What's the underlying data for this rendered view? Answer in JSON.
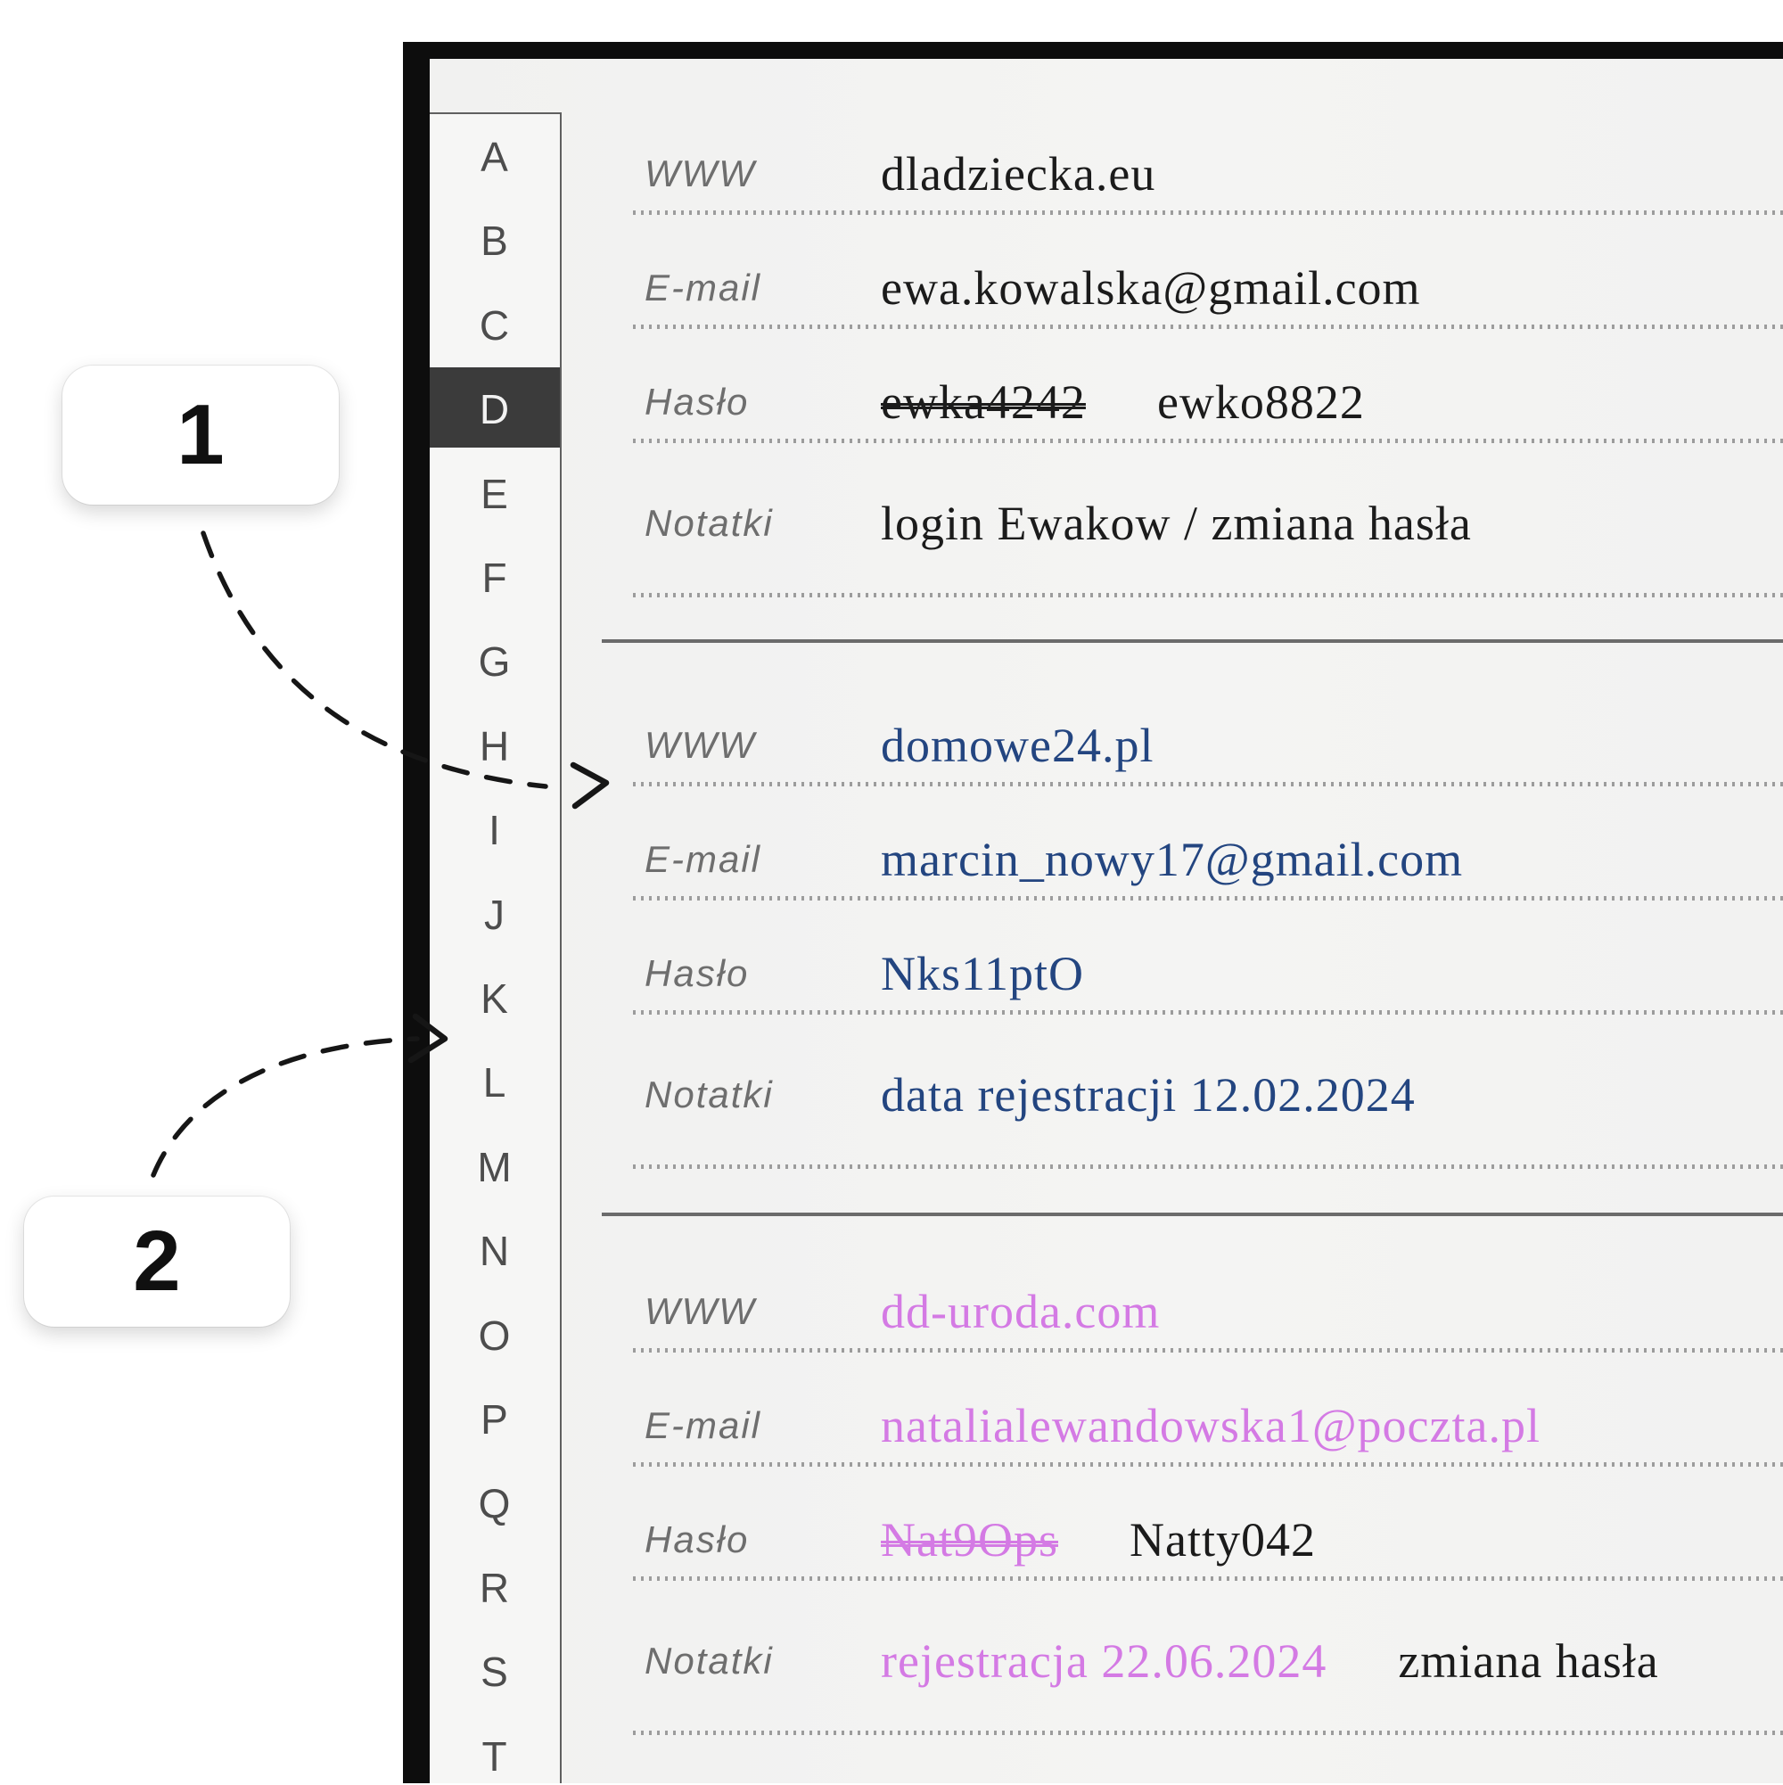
{
  "page": {
    "title": "password-organizer-page"
  },
  "tabs": {
    "letters": [
      "A",
      "B",
      "C",
      "D",
      "E",
      "F",
      "G",
      "H",
      "I",
      "J",
      "K",
      "L",
      "M",
      "N",
      "O",
      "P",
      "Q",
      "R",
      "S",
      "T"
    ],
    "active_letter": "D",
    "active_bg": "#3b3b3b"
  },
  "field_labels": [
    "WWW",
    "E-mail",
    "Hasło",
    "Notatki"
  ],
  "callouts": [
    {
      "label": "1"
    },
    {
      "label": "2"
    }
  ],
  "ink_colors": {
    "black": "#1b1b1b",
    "navy": "#234580",
    "pink": "#d47ae4"
  },
  "entries": [
    {
      "ink": "#1b1b1b",
      "rows": [
        {
          "label": "WWW",
          "segments": [
            {
              "text": "dladziecka.eu"
            }
          ]
        },
        {
          "label": "E-mail",
          "segments": [
            {
              "text": "ewa.kowalska@gmail.com"
            }
          ]
        },
        {
          "label": "Hasło",
          "segments": [
            {
              "text": "ewka4242",
              "strike": true
            },
            {
              "text": "ewko8822"
            }
          ]
        },
        {
          "label": "Notatki",
          "segments": [
            {
              "text": "login Ewakow / zmiana hasła"
            }
          ]
        }
      ]
    },
    {
      "ink": "#234580",
      "rows": [
        {
          "label": "WWW",
          "segments": [
            {
              "text": "domowe24.pl"
            }
          ]
        },
        {
          "label": "E-mail",
          "segments": [
            {
              "text": "marcin_nowy17@gmail.com"
            }
          ]
        },
        {
          "label": "Hasło",
          "segments": [
            {
              "text": "Nks11ptO"
            }
          ]
        },
        {
          "label": "Notatki",
          "segments": [
            {
              "text": "data rejestracji 12.02.2024"
            }
          ]
        }
      ]
    },
    {
      "ink": "#d47ae4",
      "rows": [
        {
          "label": "WWW",
          "segments": [
            {
              "text": "dd-uroda.com"
            }
          ]
        },
        {
          "label": "E-mail",
          "segments": [
            {
              "text": "natalialewandowska1@poczta.pl"
            }
          ]
        },
        {
          "label": "Hasło",
          "segments": [
            {
              "text": "Nat9Ops",
              "strike": true
            },
            {
              "text": "Natty042",
              "color": "#1b1b1b"
            }
          ]
        },
        {
          "label": "Notatki",
          "segments": [
            {
              "text": "rejestracja 22.06.2024"
            },
            {
              "text": "zmiana hasła",
              "color": "#1b1b1b"
            }
          ]
        }
      ]
    }
  ]
}
